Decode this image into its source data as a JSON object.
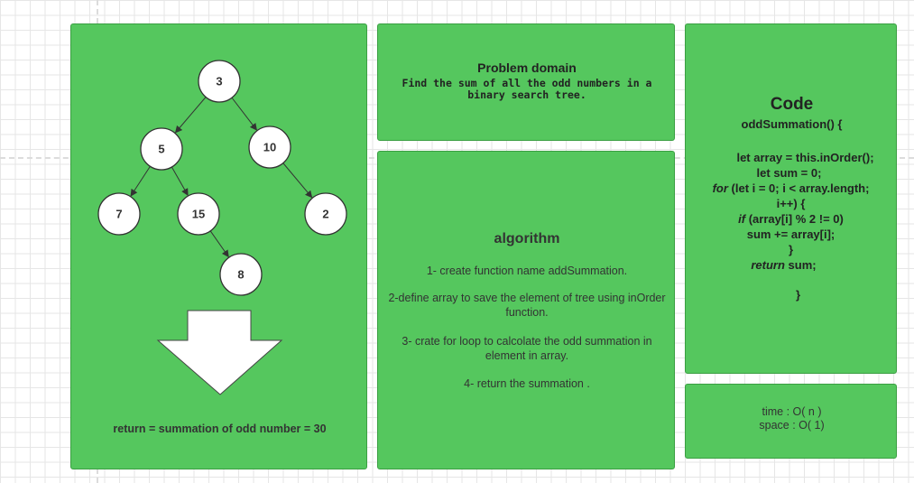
{
  "tree": {
    "nodes": [
      {
        "id": "n3",
        "label": "3"
      },
      {
        "id": "n5",
        "label": "5"
      },
      {
        "id": "n10",
        "label": "10"
      },
      {
        "id": "n7",
        "label": "7"
      },
      {
        "id": "n15",
        "label": "15"
      },
      {
        "id": "n2",
        "label": "2"
      },
      {
        "id": "n8",
        "label": "8"
      }
    ],
    "edges": [
      [
        "n3",
        "n5"
      ],
      [
        "n3",
        "n10"
      ],
      [
        "n5",
        "n7"
      ],
      [
        "n5",
        "n15"
      ],
      [
        "n10",
        "n2"
      ],
      [
        "n15",
        "n8"
      ]
    ],
    "result": "return = summation of  odd number = 30"
  },
  "problem": {
    "title": "Problem domain",
    "description": "Find the sum of all the odd numbers in a binary search tree."
  },
  "algorithm": {
    "title": "algorithm",
    "steps": [
      "1- create function name addSummation.",
      "2-define array to save the element of tree using inOrder function.",
      "3- crate for loop to calcolate the odd summation in element in array.",
      "4- return the summation ."
    ]
  },
  "code": {
    "title": "Code",
    "signature": "oddSummation() {",
    "line_array": "let array = this.inOrder();",
    "line_sum": "let sum = 0;",
    "for_kw": "for",
    "for_rest": " (let i = 0; i < array.length;",
    "for_incr": "i++) {",
    "if_kw": "if",
    "if_rest": " (array[i] % 2 != 0)",
    "line_add": "sum += array[i];",
    "brace_inner": "}",
    "return_kw": "return",
    "return_rest": " sum;",
    "brace_outer": "}"
  },
  "complexity": {
    "time": "time : O( n )",
    "space": "space : O( 1)"
  }
}
